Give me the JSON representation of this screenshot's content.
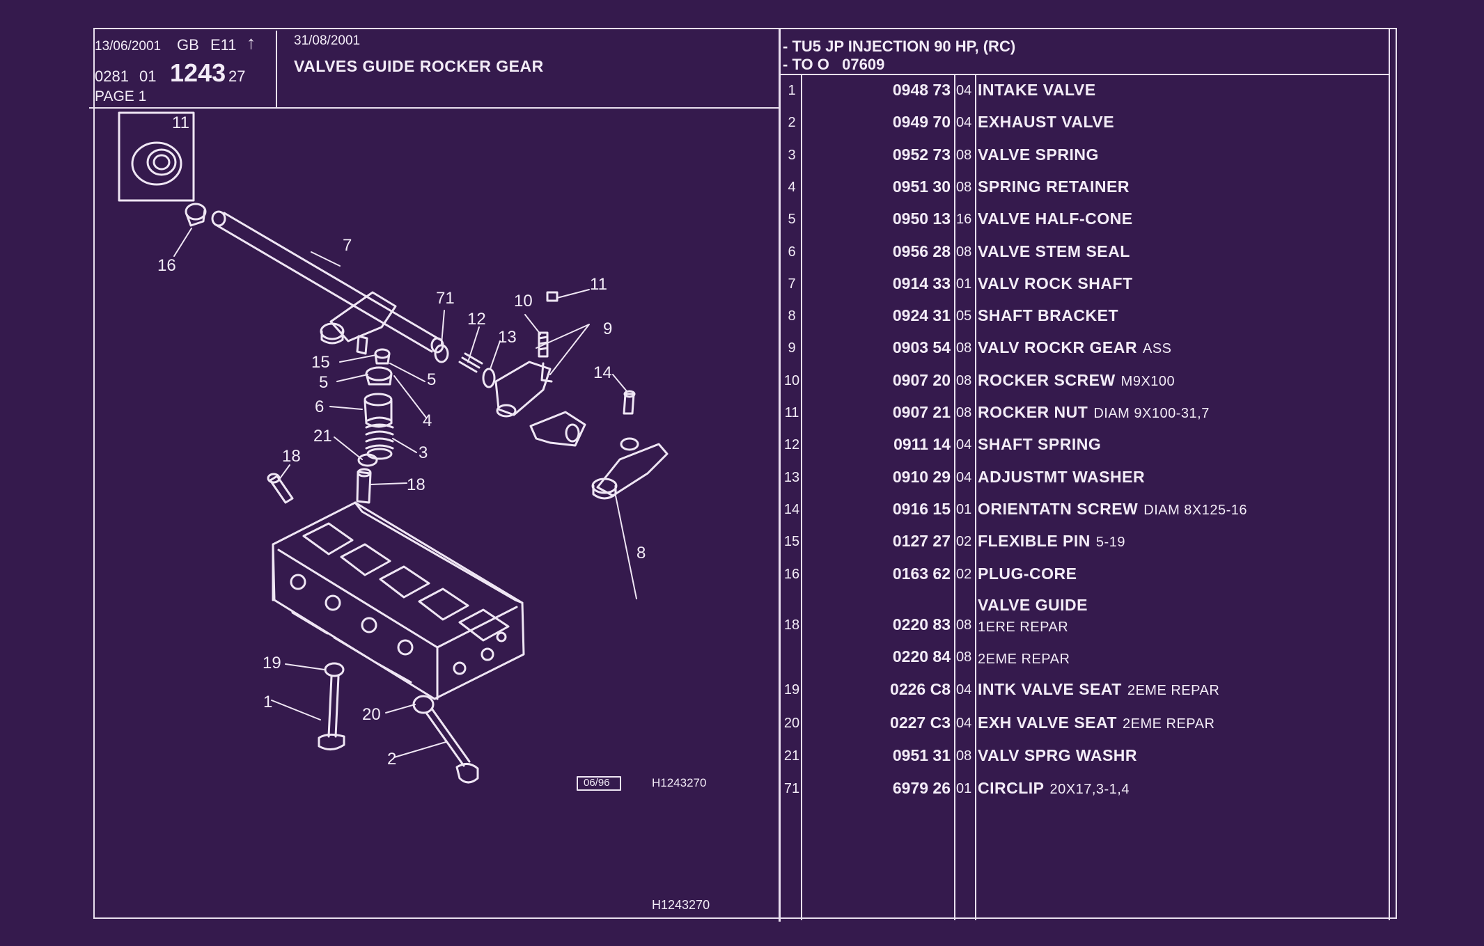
{
  "header": {
    "date_left": "13/06/2001",
    "lang": "GB",
    "code": "E11",
    "ref_a": "0281",
    "ref_b": "01",
    "plate": "1243",
    "plate_suffix": "27",
    "page": "PAGE 1",
    "date_right": "31/08/2001",
    "title": "VALVES GUIDE ROCKER GEAR",
    "engine": "- TU5 JP INJECTION 90 HP, (RC)",
    "range": "- TO O   07609"
  },
  "diagram": {
    "callouts": [
      "11",
      "16",
      "7",
      "71",
      "12",
      "10",
      "11",
      "9",
      "13",
      "15",
      "5",
      "5",
      "6",
      "4",
      "14",
      "21",
      "3",
      "18",
      "18",
      "8",
      "19",
      "1",
      "20",
      "2"
    ],
    "stamp": "06/96",
    "figure_ref": "H1243270",
    "figure_ref_bottom": "H1243270"
  },
  "parts": [
    {
      "idx": "1",
      "code": "0948 73",
      "qty": "04",
      "name": "INTAKE VALVE",
      "spec": ""
    },
    {
      "idx": "2",
      "code": "0949 70",
      "qty": "04",
      "name": "EXHAUST VALVE",
      "spec": ""
    },
    {
      "idx": "3",
      "code": "0952 73",
      "qty": "08",
      "name": "VALVE SPRING",
      "spec": ""
    },
    {
      "idx": "4",
      "code": "0951 30",
      "qty": "08",
      "name": "SPRING RETAINER",
      "spec": ""
    },
    {
      "idx": "5",
      "code": "0950 13",
      "qty": "16",
      "name": "VALVE HALF-CONE",
      "spec": ""
    },
    {
      "idx": "6",
      "code": "0956 28",
      "qty": "08",
      "name": "VALVE STEM SEAL",
      "spec": ""
    },
    {
      "idx": "7",
      "code": "0914 33",
      "qty": "01",
      "name": "VALV ROCK SHAFT",
      "spec": ""
    },
    {
      "idx": "8",
      "code": "0924 31",
      "qty": "05",
      "name": "SHAFT BRACKET",
      "spec": ""
    },
    {
      "idx": "9",
      "code": "0903 54",
      "qty": "08",
      "name": "VALV ROCKR GEAR",
      "spec": "ASS"
    },
    {
      "idx": "10",
      "code": "0907 20",
      "qty": "08",
      "name": "ROCKER SCREW",
      "spec": "M9X100"
    },
    {
      "idx": "11",
      "code": "0907 21",
      "qty": "08",
      "name": "ROCKER NUT",
      "spec": "DIAM 9X100-31,7"
    },
    {
      "idx": "12",
      "code": "0911 14",
      "qty": "04",
      "name": "SHAFT SPRING",
      "spec": ""
    },
    {
      "idx": "13",
      "code": "0910 29",
      "qty": "04",
      "name": "ADJUSTMT WASHER",
      "spec": ""
    },
    {
      "idx": "14",
      "code": "0916 15",
      "qty": "01",
      "name": "ORIENTATN SCREW",
      "spec": "DIAM 8X125-16"
    },
    {
      "idx": "15",
      "code": "0127 27",
      "qty": "02",
      "name": "FLEXIBLE PIN",
      "spec": "5-19"
    },
    {
      "idx": "16",
      "code": "0163 62",
      "qty": "02",
      "name": "PLUG-CORE",
      "spec": ""
    }
  ],
  "guide": {
    "name": "VALVE GUIDE",
    "idx": "18",
    "rows": [
      {
        "code": "0220 83",
        "qty": "08",
        "spec": "1ERE REPAR"
      },
      {
        "code": "0220 84",
        "qty": "08",
        "spec": "2EME REPAR"
      }
    ]
  },
  "parts_tail": [
    {
      "idx": "19",
      "code": "0226 C8",
      "qty": "04",
      "name": "INTK VALVE SEAT",
      "spec": "2EME REPAR"
    },
    {
      "idx": "20",
      "code": "0227 C3",
      "qty": "04",
      "name": "EXH VALVE SEAT",
      "spec": "2EME REPAR"
    },
    {
      "idx": "21",
      "code": "0951 31",
      "qty": "08",
      "name": "VALV SPRG WASHR",
      "spec": ""
    },
    {
      "idx": "71",
      "code": "6979 26",
      "qty": "01",
      "name": "CIRCLIP",
      "spec": "20X17,3-1,4"
    }
  ]
}
